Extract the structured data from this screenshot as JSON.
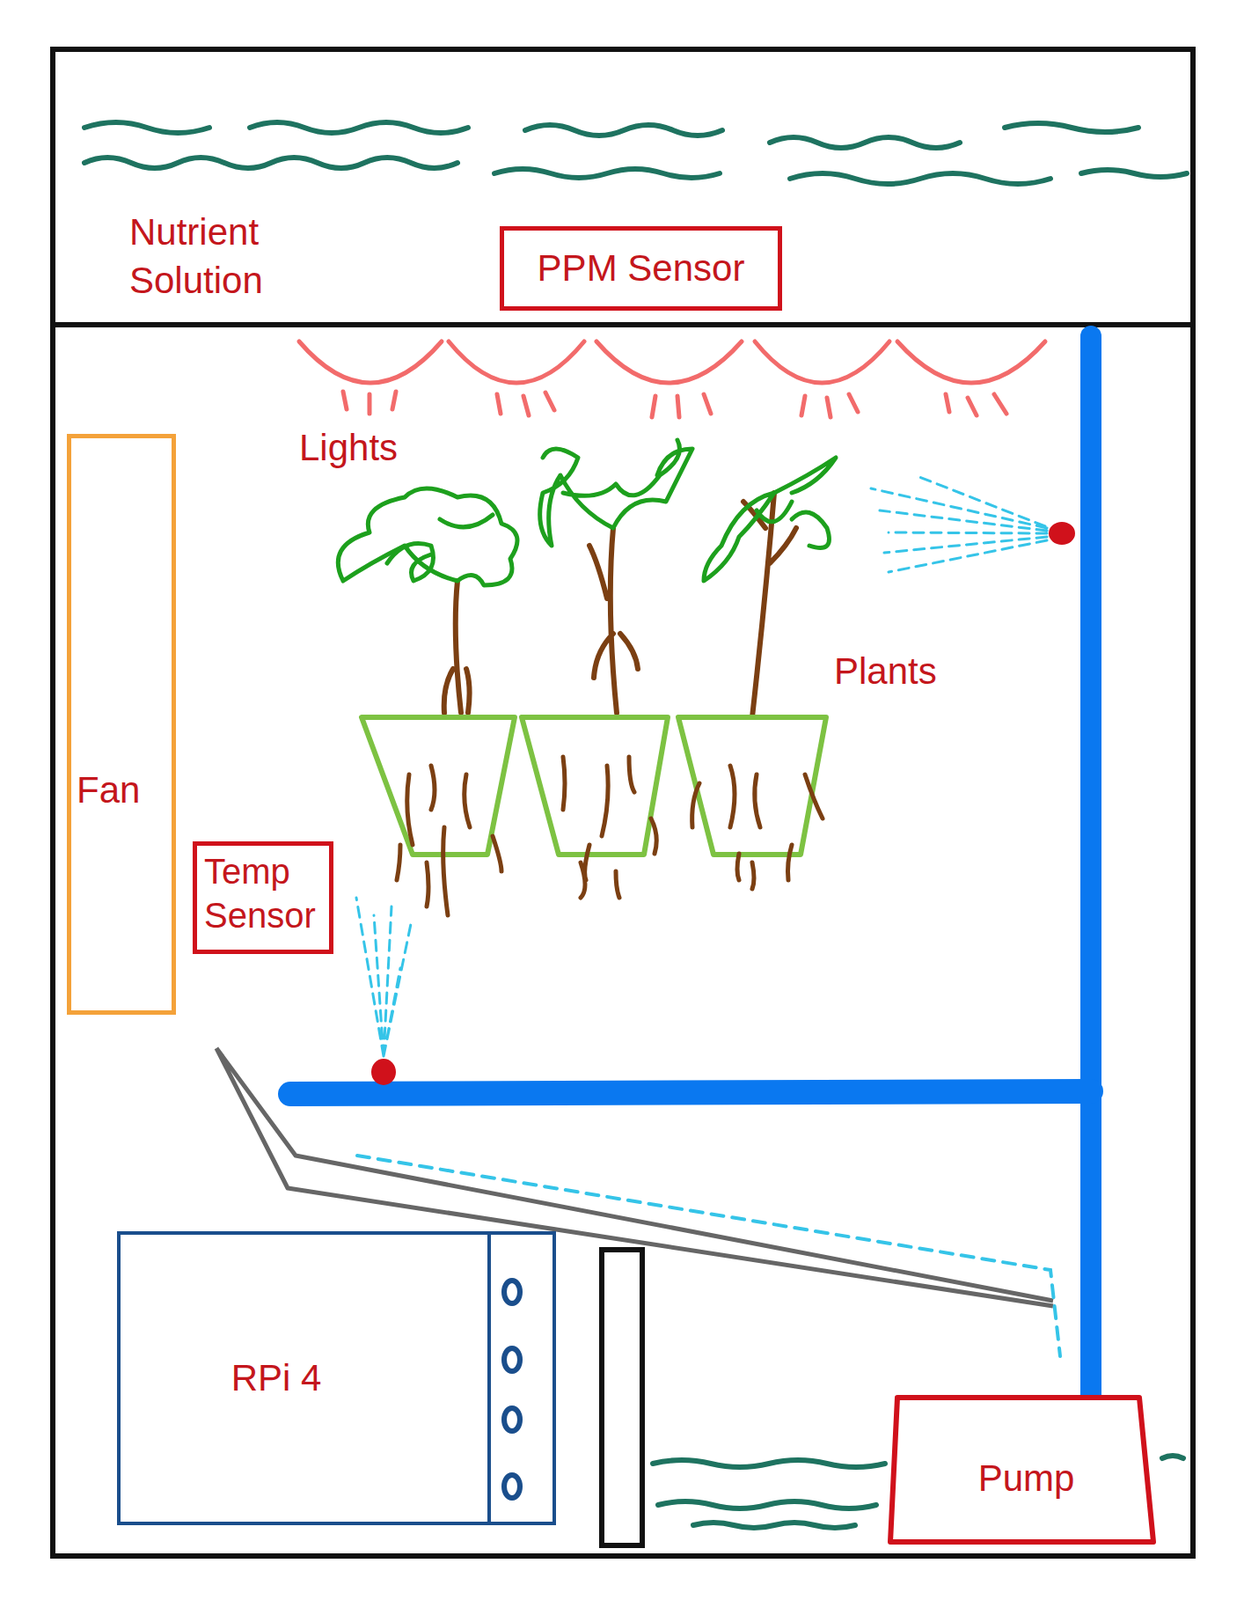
{
  "diagram": {
    "nodes": [
      {
        "text": [
          "PPM Sensor"
        ]
      },
      {
        "text": [
          "Fan"
        ]
      },
      {
        "text": [
          "Temp Sensor"
        ]
      },
      {
        "text": [
          "RPi 4"
        ]
      },
      {
        "text": [
          "Pump"
        ]
      }
    ],
    "labels": [
      "Nutrient Solution",
      "Lights",
      "Plants"
    ]
  }
}
